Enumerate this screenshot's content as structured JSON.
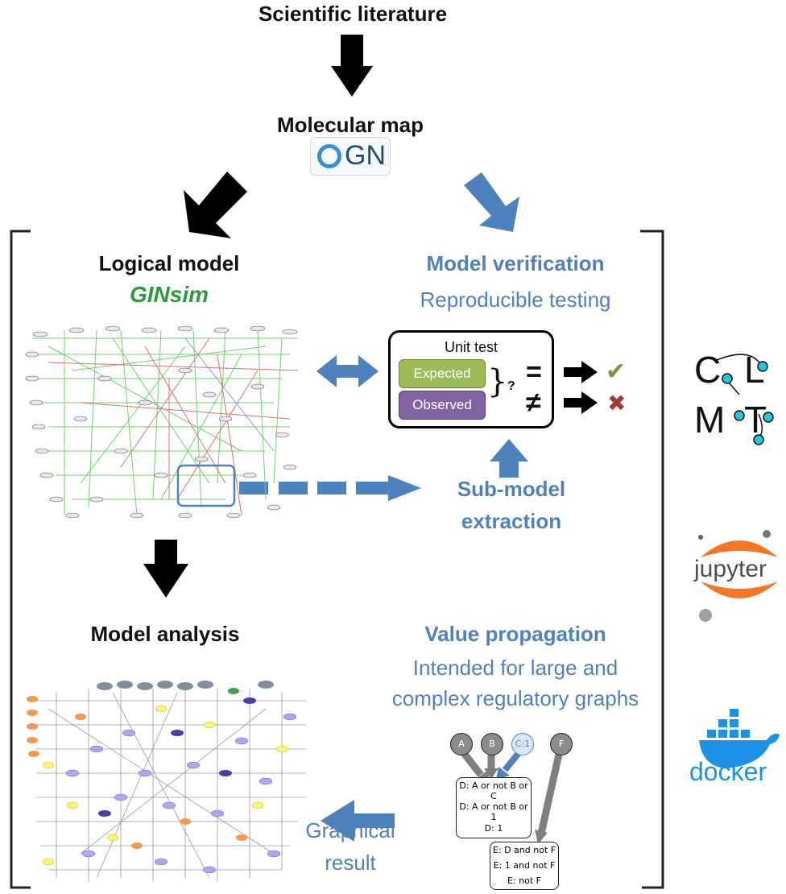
{
  "title": "Scientific literature",
  "molecular_map": {
    "label": "Molecular map",
    "logo_text": "GN"
  },
  "logical_model": {
    "label": "Logical model",
    "logo_text": "GINsim"
  },
  "model_verification": {
    "title": "Model verification",
    "subtitle": "Reproducible testing"
  },
  "unit_test": {
    "title": "Unit test",
    "expected": "Expected",
    "observed": "Observed",
    "question": "?",
    "equal": "=",
    "not_equal": "≠",
    "check": "✔",
    "cross": "✖"
  },
  "sub_model": {
    "line1": "Sub-model",
    "line2": "extraction"
  },
  "model_analysis": {
    "label": "Model analysis"
  },
  "value_propagation": {
    "title": "Value propagation",
    "line1": "Intended for large and",
    "line2": "complex regulatory graphs",
    "nodes": {
      "a": "A",
      "b": "B",
      "c": "C:1",
      "f": "F"
    },
    "box1": {
      "r1": "D: A or not B or C",
      "r2": "D: A or not B or 1",
      "r3": "D: 1"
    },
    "box2": {
      "r1": "E: D and not F",
      "r2": "E: 1 and not F",
      "r3": "E: not F"
    }
  },
  "graphical_result": {
    "line1": "Graphical",
    "line2": "result"
  },
  "tools": {
    "colomoto": [
      "C",
      "L",
      "M",
      "T"
    ],
    "jupyter": "jupyter",
    "docker": "docker"
  },
  "colors": {
    "blue": "#4f81bd",
    "green": "#9bbb59",
    "purple": "#8064a2",
    "check": "#77933c",
    "cross": "#a33a3a"
  }
}
